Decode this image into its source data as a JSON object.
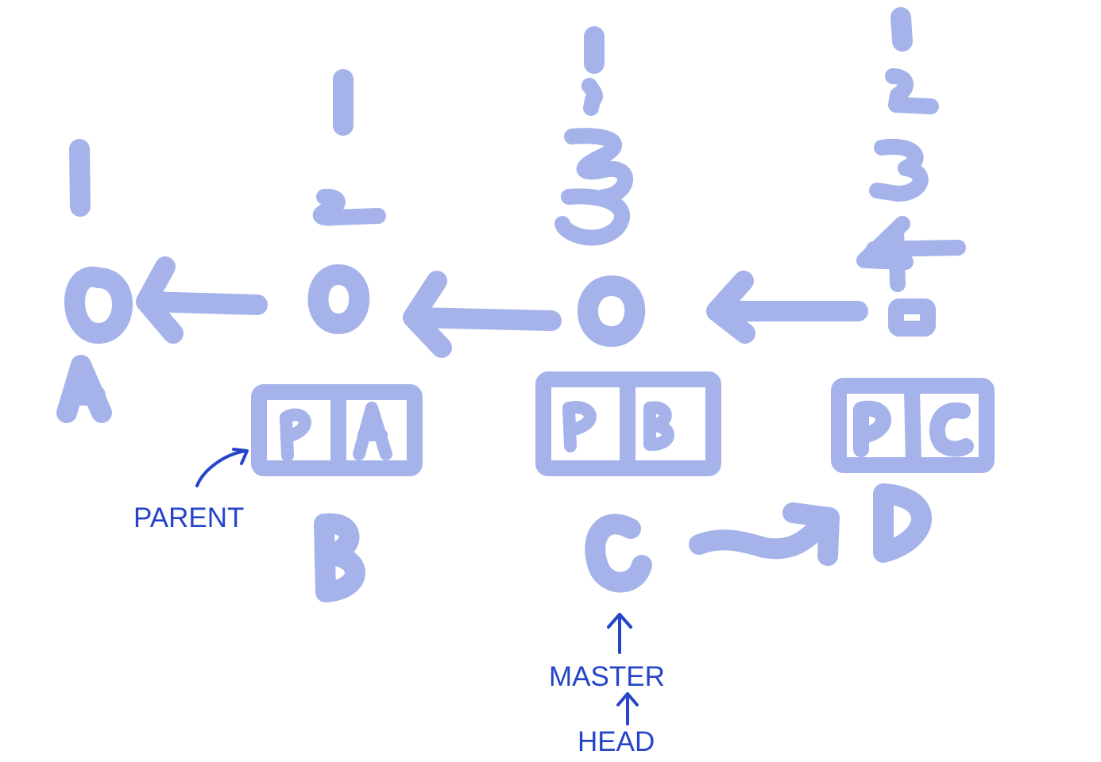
{
  "colors": {
    "ink": "#a5b3ea",
    "note": "#2545c8",
    "background": "#ffffff"
  },
  "commits": [
    {
      "name": "A",
      "lines": [
        "1"
      ],
      "parent": null
    },
    {
      "name": "B",
      "lines": [
        "1",
        "2"
      ],
      "parent": "A"
    },
    {
      "name": "C",
      "lines": [
        "1",
        "2",
        "3"
      ],
      "parent": "B"
    },
    {
      "name": "D",
      "lines": [
        "1",
        "2",
        "3",
        "4"
      ],
      "parent": "C"
    }
  ],
  "annotations": {
    "parent_label": "PARENT",
    "master_label": "MASTER",
    "head_label": "HEAD"
  }
}
